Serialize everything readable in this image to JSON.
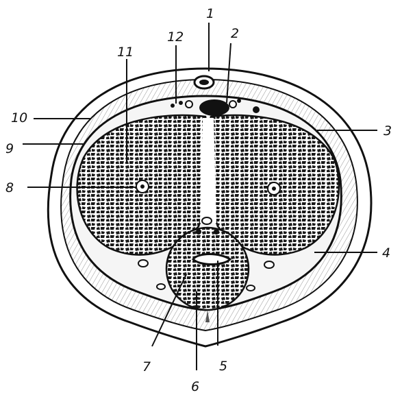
{
  "figure": {
    "labels": [
      {
        "id": "1",
        "text": "1"
      },
      {
        "id": "2",
        "text": "2"
      },
      {
        "id": "3",
        "text": "3"
      },
      {
        "id": "4",
        "text": "4"
      },
      {
        "id": "5",
        "text": "5"
      },
      {
        "id": "6",
        "text": "6"
      },
      {
        "id": "7",
        "text": "7"
      },
      {
        "id": "8",
        "text": "8"
      },
      {
        "id": "9",
        "text": "9"
      },
      {
        "id": "10",
        "text": "10"
      },
      {
        "id": "11",
        "text": "11"
      },
      {
        "id": "12",
        "text": "12"
      }
    ],
    "colors": {
      "ink": "#111111",
      "tissue": "#f2f2f2",
      "background": "#ffffff"
    }
  }
}
